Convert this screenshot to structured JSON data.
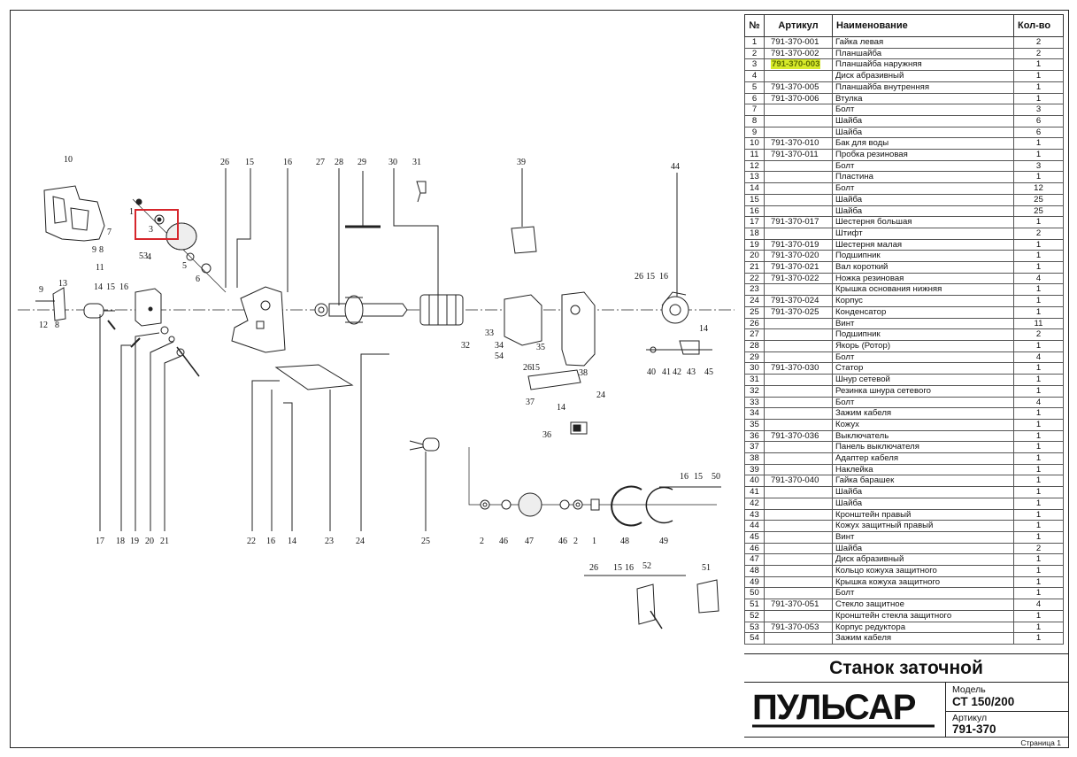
{
  "table": {
    "headers": {
      "no": "№",
      "article": "Артикул",
      "name": "Наименование",
      "qty": "Кол-во"
    },
    "rows": [
      {
        "no": "1",
        "article": "791-370-001",
        "name": "Гайка левая",
        "qty": "2"
      },
      {
        "no": "2",
        "article": "791-370-002",
        "name": "Планшайба",
        "qty": "2"
      },
      {
        "no": "3",
        "article": "791-370-003",
        "name": "Планшайба наружняя",
        "qty": "1"
      },
      {
        "no": "4",
        "article": "",
        "name": "Диск абразивный",
        "qty": "1"
      },
      {
        "no": "5",
        "article": "791-370-005",
        "name": "Планшайба внутренняя",
        "qty": "1"
      },
      {
        "no": "6",
        "article": "791-370-006",
        "name": "Втулка",
        "qty": "1"
      },
      {
        "no": "7",
        "article": "",
        "name": "Болт",
        "qty": "3"
      },
      {
        "no": "8",
        "article": "",
        "name": "Шайба",
        "qty": "6"
      },
      {
        "no": "9",
        "article": "",
        "name": "Шайба",
        "qty": "6"
      },
      {
        "no": "10",
        "article": "791-370-010",
        "name": "Бак для воды",
        "qty": "1"
      },
      {
        "no": "11",
        "article": "791-370-011",
        "name": "Пробка резиновая",
        "qty": "1"
      },
      {
        "no": "12",
        "article": "",
        "name": "Болт",
        "qty": "3"
      },
      {
        "no": "13",
        "article": "",
        "name": "Пластина",
        "qty": "1"
      },
      {
        "no": "14",
        "article": "",
        "name": "Болт",
        "qty": "12"
      },
      {
        "no": "15",
        "article": "",
        "name": "Шайба",
        "qty": "25"
      },
      {
        "no": "16",
        "article": "",
        "name": "Шайба",
        "qty": "25"
      },
      {
        "no": "17",
        "article": "791-370-017",
        "name": "Шестерня большая",
        "qty": "1"
      },
      {
        "no": "18",
        "article": "",
        "name": "Штифт",
        "qty": "2"
      },
      {
        "no": "19",
        "article": "791-370-019",
        "name": "Шестерня малая",
        "qty": "1"
      },
      {
        "no": "20",
        "article": "791-370-020",
        "name": "Подшипник",
        "qty": "1"
      },
      {
        "no": "21",
        "article": "791-370-021",
        "name": "Вал короткий",
        "qty": "1"
      },
      {
        "no": "22",
        "article": "791-370-022",
        "name": "Ножка резиновая",
        "qty": "4"
      },
      {
        "no": "23",
        "article": "",
        "name": "Крышка основания нижняя",
        "qty": "1"
      },
      {
        "no": "24",
        "article": "791-370-024",
        "name": "Корпус",
        "qty": "1"
      },
      {
        "no": "25",
        "article": "791-370-025",
        "name": "Конденсатор",
        "qty": "1"
      },
      {
        "no": "26",
        "article": "",
        "name": "Винт",
        "qty": "11"
      },
      {
        "no": "27",
        "article": "",
        "name": "Подшипник",
        "qty": "2"
      },
      {
        "no": "28",
        "article": "",
        "name": "Якорь (Ротор)",
        "qty": "1"
      },
      {
        "no": "29",
        "article": "",
        "name": "Болт",
        "qty": "4"
      },
      {
        "no": "30",
        "article": "791-370-030",
        "name": "Статор",
        "qty": "1"
      },
      {
        "no": "31",
        "article": "",
        "name": "Шнур сетевой",
        "qty": "1"
      },
      {
        "no": "32",
        "article": "",
        "name": "Резинка шнура сетевого",
        "qty": "1"
      },
      {
        "no": "33",
        "article": "",
        "name": "Болт",
        "qty": "4"
      },
      {
        "no": "34",
        "article": "",
        "name": "Зажим кабеля",
        "qty": "1"
      },
      {
        "no": "35",
        "article": "",
        "name": "Кожух",
        "qty": "1"
      },
      {
        "no": "36",
        "article": "791-370-036",
        "name": "Выключатель",
        "qty": "1"
      },
      {
        "no": "37",
        "article": "",
        "name": "Панель выключателя",
        "qty": "1"
      },
      {
        "no": "38",
        "article": "",
        "name": "Адаптер кабеля",
        "qty": "1"
      },
      {
        "no": "39",
        "article": "",
        "name": "Наклейка",
        "qty": "1"
      },
      {
        "no": "40",
        "article": "791-370-040",
        "name": "Гайка барашек",
        "qty": "1"
      },
      {
        "no": "41",
        "article": "",
        "name": "Шайба",
        "qty": "1"
      },
      {
        "no": "42",
        "article": "",
        "name": "Шайба",
        "qty": "1"
      },
      {
        "no": "43",
        "article": "",
        "name": "Кронштейн правый",
        "qty": "1"
      },
      {
        "no": "44",
        "article": "",
        "name": "Кожух защитный правый",
        "qty": "1"
      },
      {
        "no": "45",
        "article": "",
        "name": "Винт",
        "qty": "1"
      },
      {
        "no": "46",
        "article": "",
        "name": "Шайба",
        "qty": "2"
      },
      {
        "no": "47",
        "article": "",
        "name": "Диск абразивный",
        "qty": "1"
      },
      {
        "no": "48",
        "article": "",
        "name": "Кольцо кожуха защитного",
        "qty": "1"
      },
      {
        "no": "49",
        "article": "",
        "name": "Крышка кожуха защитного",
        "qty": "1"
      },
      {
        "no": "50",
        "article": "",
        "name": "Болт",
        "qty": "1"
      },
      {
        "no": "51",
        "article": "791-370-051",
        "name": "Стекло защитное",
        "qty": "4"
      },
      {
        "no": "52",
        "article": "",
        "name": "Кронштейн стекла защитного",
        "qty": "1"
      },
      {
        "no": "53",
        "article": "791-370-053",
        "name": "Корпус редуктора",
        "qty": "1"
      },
      {
        "no": "54",
        "article": "",
        "name": "Зажим кабеля",
        "qty": "1"
      }
    ]
  },
  "title": "Станок заточной",
  "brand": "ПУЛЬСАР",
  "model_label": "Модель",
  "model_value": "СТ 150/200",
  "article_label": "Артикул",
  "article_value": "791-370",
  "page": "Страница 1",
  "highlight_color": "#d7ea2b",
  "callout_color": "#d6262c",
  "diagram_labels": {
    "n1": "1",
    "n2": "2",
    "n3": "3",
    "n4": "4",
    "n5": "5",
    "n6": "6",
    "n7": "7",
    "n8": "8",
    "n9": "9",
    "n10": "10",
    "n11": "11",
    "n12": "12",
    "n13": "13",
    "n14": "14",
    "n15": "15",
    "n16": "16",
    "n17": "17",
    "n18": "18",
    "n19": "19",
    "n20": "20",
    "n21": "21",
    "n22": "22",
    "n23": "23",
    "n24": "24",
    "n25": "25",
    "n26": "26",
    "n27": "27",
    "n28": "28",
    "n29": "29",
    "n30": "30",
    "n31": "31",
    "n32": "32",
    "n33": "33",
    "n34": "34",
    "n35": "35",
    "n36": "36",
    "n37": "37",
    "n38": "38",
    "n39": "39",
    "n40": "40",
    "n41": "41",
    "n42": "42",
    "n43": "43",
    "n44": "44",
    "n45": "45",
    "n46": "46",
    "n47": "47",
    "n48": "48",
    "n49": "49",
    "n50": "50",
    "n51": "51",
    "n52": "52",
    "n53": "53",
    "n54": "54"
  }
}
